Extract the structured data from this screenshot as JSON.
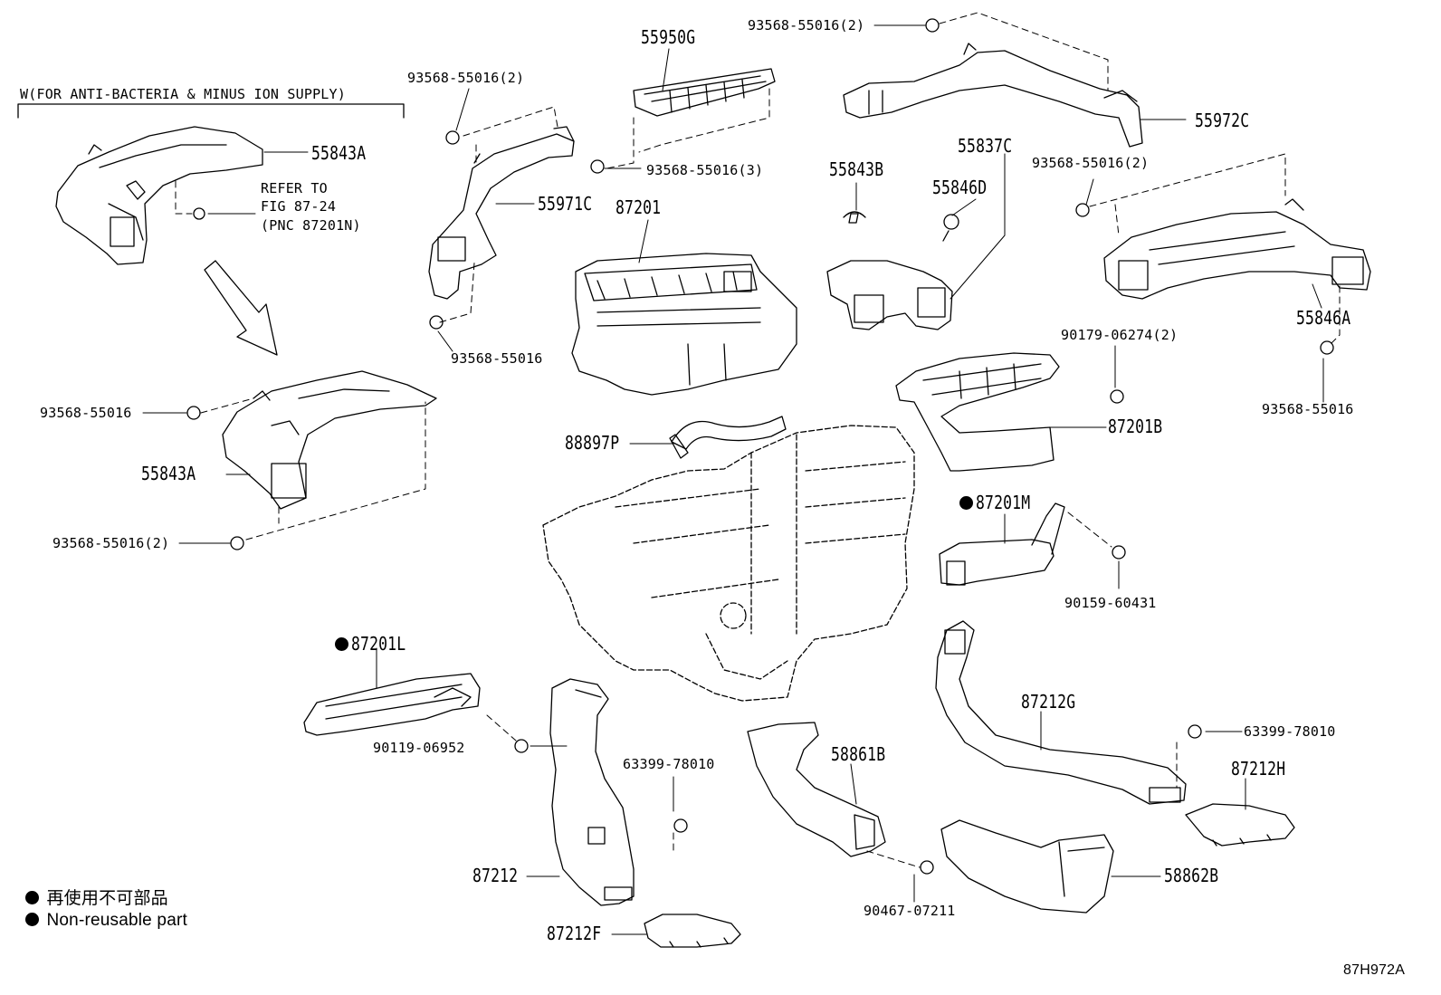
{
  "diagram": {
    "variant_note": "W(FOR ANTI-BACTERIA & MINUS ION SUPPLY)",
    "refer_note": [
      "REFER TO",
      "FIG 87-24",
      "(PNC 87201N)"
    ],
    "parts": {
      "p55950G": "55950G",
      "p93568_top_a": "93568-55016(2)",
      "p93568_top_b": "93568-55016(2)",
      "p93568_3": "93568-55016(3)",
      "p55972C": "55972C",
      "p55843A_top": "55843A",
      "p55971C": "55971C",
      "p87201": "87201",
      "p55843B": "55843B",
      "p55837C": "55837C",
      "p55846D": "55846D",
      "p93568_right": "93568-55016(2)",
      "p55846A": "55846A",
      "p93568_mid": "93568-55016",
      "p90179": "90179-06274(2)",
      "p93568_right_single": "93568-55016",
      "p93568_left": "93568-55016",
      "p55843A_bottom": "55843A",
      "p93568_left2": "93568-55016(2)",
      "p88897P": "88897P",
      "p87201B": "87201B",
      "p87201M": "87201M",
      "p90159": "90159-60431",
      "p87201L": "87201L",
      "p90119": "90119-06952",
      "p87212G": "87212G",
      "p63399_right": "63399-78010",
      "p87212H": "87212H",
      "p63399_mid": "63399-78010",
      "p58861B": "58861B",
      "p87212": "87212",
      "p58862B": "58862B",
      "p90467": "90467-07211",
      "p87212F": "87212F"
    },
    "legend": {
      "non_reusable_jp": "再使用不可部品",
      "non_reusable_en": "Non-reusable part"
    },
    "figure_id": "87H972A"
  }
}
